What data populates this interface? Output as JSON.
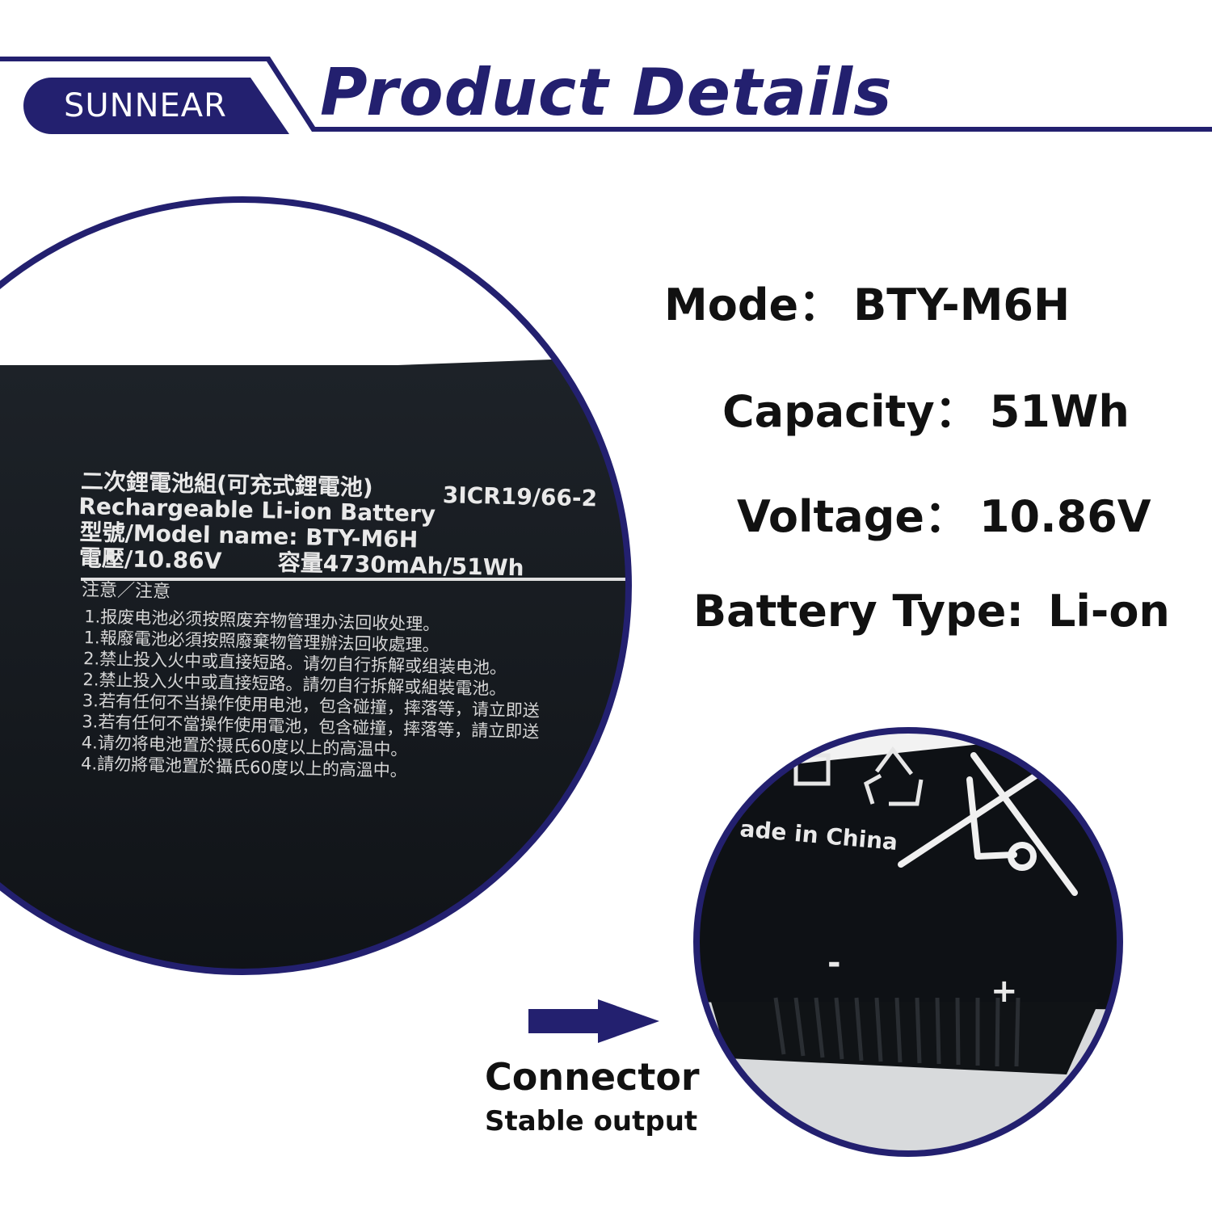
{
  "header": {
    "brand": "SUNNEAR",
    "title": "Product Details"
  },
  "colors": {
    "brand_navy": "#23206f",
    "battery_black": "#14171c",
    "label_text": "#e9e9e9"
  },
  "specs": [
    {
      "label": "Mode：",
      "value": "BTY-M6H"
    },
    {
      "label": "Capacity：",
      "value": "51Wh"
    },
    {
      "label": "Voltage：",
      "value": "10.86V"
    },
    {
      "label": "Battery Type:",
      "value": "Li-on"
    }
  ],
  "battery_label": {
    "line1": "二次鋰電池組(可充式鋰電池)",
    "cell_code": "3ICR19/66-2",
    "line2": "Rechargeable Li-ion Battery",
    "line3": "型號/Model name: BTY-M6H",
    "line4_voltage": "電壓/10.86V",
    "line4_capacity": "容量4730mAh/51Wh",
    "notice_heading": "注意／注意",
    "notices": [
      "1.报废电池必须按照废弃物管理办法回收处理。",
      "1.報廢電池必須按照廢棄物管理辦法回收處理。",
      "2.禁止投入火中或直接短路。请勿自行拆解或组装电池。",
      "2.禁止投入火中或直接短路。請勿自行拆解或組裝電池。",
      "3.若有任何不当操作使用电池，包含碰撞，摔落等，请立即送",
      "3.若有任何不當操作使用電池，包含碰撞，摔落等，請立即送",
      "4.请勿将电池置於摄氏60度以上的高温中。",
      "4.請勿將電池置於攝氏60度以上的高溫中。"
    ]
  },
  "connector_zoom": {
    "made_in": "ade in China",
    "minus": "-",
    "plus": "+",
    "recycle_icon": "recycle-icon",
    "bin_icon": "crossed-bin-icon"
  },
  "connector_callout": {
    "title": "Connector",
    "subtitle": "Stable output",
    "arrow_icon": "right-arrow-icon"
  }
}
